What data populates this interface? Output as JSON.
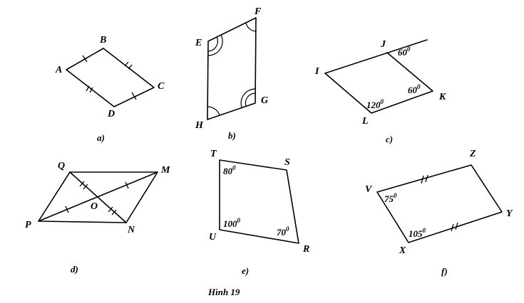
{
  "caption": "Hình 19",
  "figures": {
    "a": {
      "label": "a)",
      "vertices": [
        "A",
        "B",
        "C",
        "D"
      ]
    },
    "b": {
      "label": "b)",
      "vertices": [
        "E",
        "F",
        "G",
        "H"
      ]
    },
    "c": {
      "label": "c)",
      "vertices": [
        "I",
        "J",
        "K",
        "L"
      ],
      "angles": [
        {
          "value": "60",
          "unit": "0"
        },
        {
          "value": "60",
          "unit": "0"
        },
        {
          "value": "120",
          "unit": "0"
        }
      ]
    },
    "d": {
      "label": "d)",
      "vertices": [
        "Q",
        "M",
        "P",
        "N",
        "O"
      ]
    },
    "e": {
      "label": "e)",
      "vertices": [
        "T",
        "S",
        "U",
        "R"
      ],
      "angles": [
        {
          "value": "80",
          "unit": "0"
        },
        {
          "value": "100",
          "unit": "0"
        },
        {
          "value": "70",
          "unit": "0"
        }
      ]
    },
    "f": {
      "label": "f)",
      "vertices": [
        "Z",
        "V",
        "Y",
        "X"
      ],
      "angles": [
        {
          "value": "75",
          "unit": "0"
        },
        {
          "value": "105",
          "unit": "0"
        }
      ]
    }
  }
}
